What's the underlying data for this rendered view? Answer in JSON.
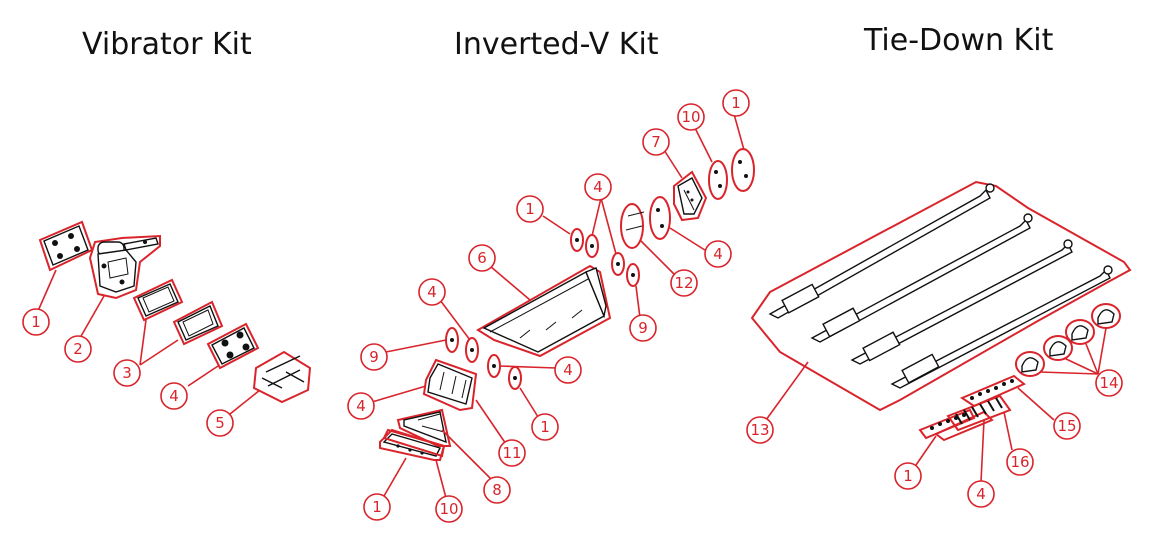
{
  "kits": [
    {
      "id": "vibrator",
      "title": "Vibrator Kit",
      "callouts": [
        "1",
        "2",
        "3",
        "4",
        "5"
      ]
    },
    {
      "id": "inverted-v",
      "title": "Inverted-V Kit",
      "callouts": [
        "1",
        "10",
        "4",
        "7",
        "1",
        "4",
        "12",
        "6",
        "4",
        "9",
        "9",
        "4",
        "4",
        "4",
        "1",
        "11",
        "8",
        "1",
        "10"
      ]
    },
    {
      "id": "tie-down",
      "title": "Tie-Down Kit",
      "callouts": [
        "13",
        "14",
        "15",
        "16",
        "1",
        "4"
      ]
    }
  ],
  "colors": {
    "callout": "#d9242b",
    "line": "#111111",
    "background": "#ffffff"
  }
}
